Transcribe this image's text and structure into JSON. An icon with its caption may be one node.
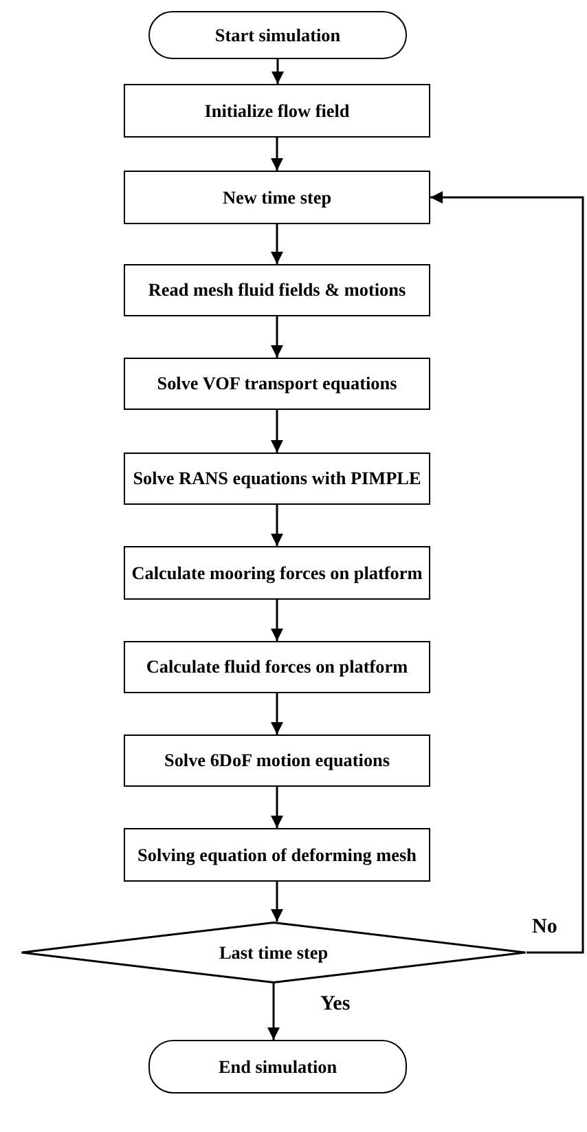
{
  "diagram": {
    "nodes": [
      {
        "text": [
          "Start simulation"
        ]
      },
      {
        "text": [
          "Initialize flow field"
        ]
      },
      {
        "text": [
          "New time step"
        ]
      },
      {
        "text": [
          "Read mesh fluid fields & motions"
        ]
      },
      {
        "text": [
          "Solve VOF transport equations"
        ]
      },
      {
        "text": [
          "Solve RANS equations with PIMPLE"
        ]
      },
      {
        "text": [
          "Calculate mooring forces on platform"
        ]
      },
      {
        "text": [
          "Calculate fluid forces on platform"
        ]
      },
      {
        "text": [
          "Solve 6DoF motion equations"
        ]
      },
      {
        "text": [
          "Solving equation of deforming mesh"
        ]
      },
      {
        "text": [
          "Last time step"
        ]
      },
      {
        "text": [
          "End simulation"
        ]
      }
    ],
    "edges": [
      {
        "from": 0,
        "to": 1,
        "arrow": "to"
      },
      {
        "from": 1,
        "to": 2,
        "arrow": "to"
      },
      {
        "from": 2,
        "to": 3,
        "arrow": "to"
      },
      {
        "from": 3,
        "to": 4,
        "arrow": "to"
      },
      {
        "from": 4,
        "to": 5,
        "arrow": "to"
      },
      {
        "from": 5,
        "to": 6,
        "arrow": "to"
      },
      {
        "from": 6,
        "to": 7,
        "arrow": "to"
      },
      {
        "from": 7,
        "to": 8,
        "arrow": "to"
      },
      {
        "from": 8,
        "to": 9,
        "arrow": "to"
      },
      {
        "from": 9,
        "to": 10,
        "arrow": "to"
      },
      {
        "from": 10,
        "to": 11,
        "arrow": "to",
        "label": "Yes"
      },
      {
        "from": 10,
        "to": 2,
        "arrow": "to",
        "label": "No"
      }
    ]
  }
}
